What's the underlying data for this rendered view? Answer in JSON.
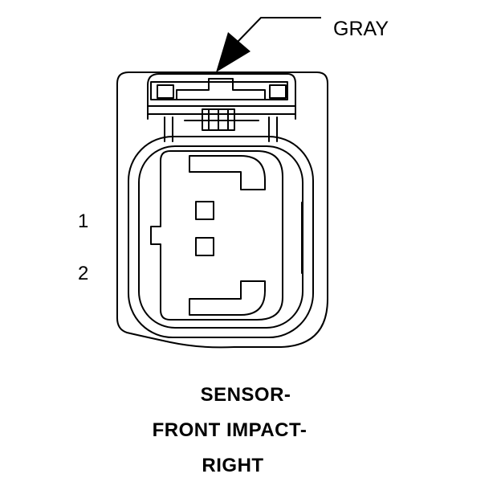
{
  "connector": {
    "color_label": "GRAY",
    "pins": [
      "1",
      "2"
    ]
  },
  "caption": {
    "line1": "SENSOR-",
    "line2": "FRONT IMPACT-",
    "line3": "RIGHT"
  }
}
